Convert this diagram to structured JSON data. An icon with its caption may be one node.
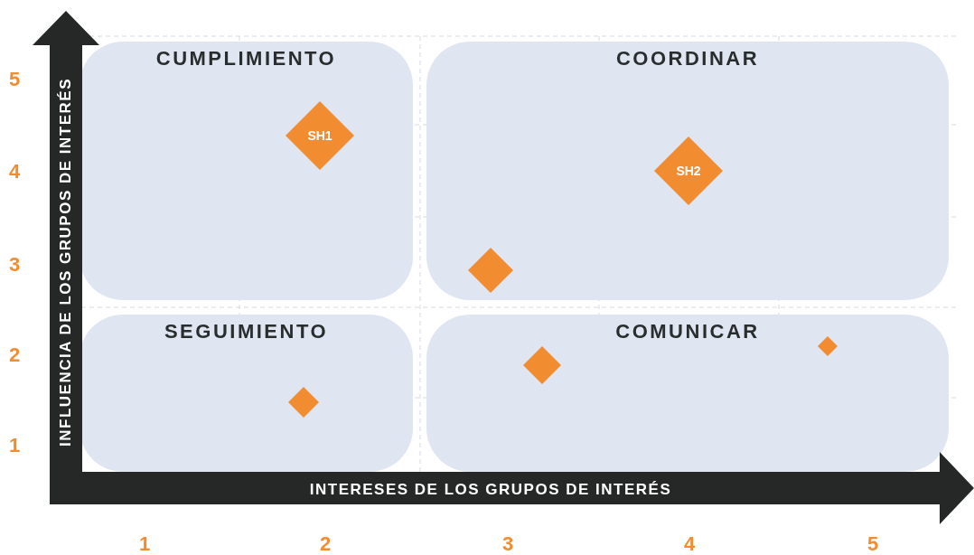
{
  "diagram": {
    "nodes": [
      {
        "text": [
          "CUMPLIMIENTO"
        ]
      },
      {
        "text": [
          "SH1"
        ],
        "in": 0
      },
      {
        "text": [
          "COORDINAR"
        ]
      },
      {
        "text": [
          "SH2"
        ],
        "in": 2
      },
      {
        "text": [],
        "shape": "diamond",
        "in": 2
      },
      {
        "text": [
          "SEGUIMIENTO"
        ]
      },
      {
        "text": [],
        "shape": "diamond",
        "in": 5
      },
      {
        "text": [
          "COMUNICAR"
        ]
      },
      {
        "text": [],
        "shape": "diamond",
        "in": 7
      },
      {
        "text": [],
        "shape": "diamond",
        "in": 7
      }
    ],
    "edges": [],
    "labels": [
      "INFLUENCIA DE LOS GRUPOS DE INTERÉS",
      "5",
      "4",
      "3",
      "2",
      "1",
      "INTERESES DE LOS GRUPOS DE INTERÉS",
      "1",
      "2",
      "3",
      "4",
      "5"
    ]
  }
}
